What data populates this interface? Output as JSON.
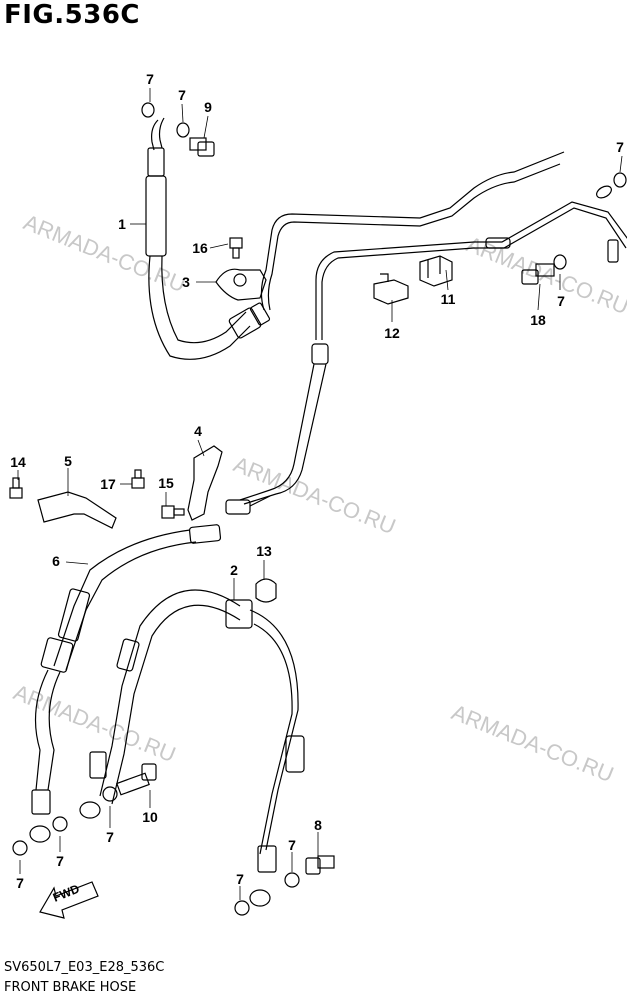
{
  "figure": {
    "title": "FIG.536C",
    "model_code": "SV650L7_E03_E28_536C",
    "name": "FRONT BRAKE HOSE",
    "direction_label": "FWD"
  },
  "watermark": "ARMADA-CO.RU",
  "callouts": [
    "1",
    "2",
    "3",
    "4",
    "5",
    "6",
    "7",
    "8",
    "9",
    "10",
    "11",
    "12",
    "13",
    "14",
    "15",
    "16",
    "17",
    "18"
  ]
}
